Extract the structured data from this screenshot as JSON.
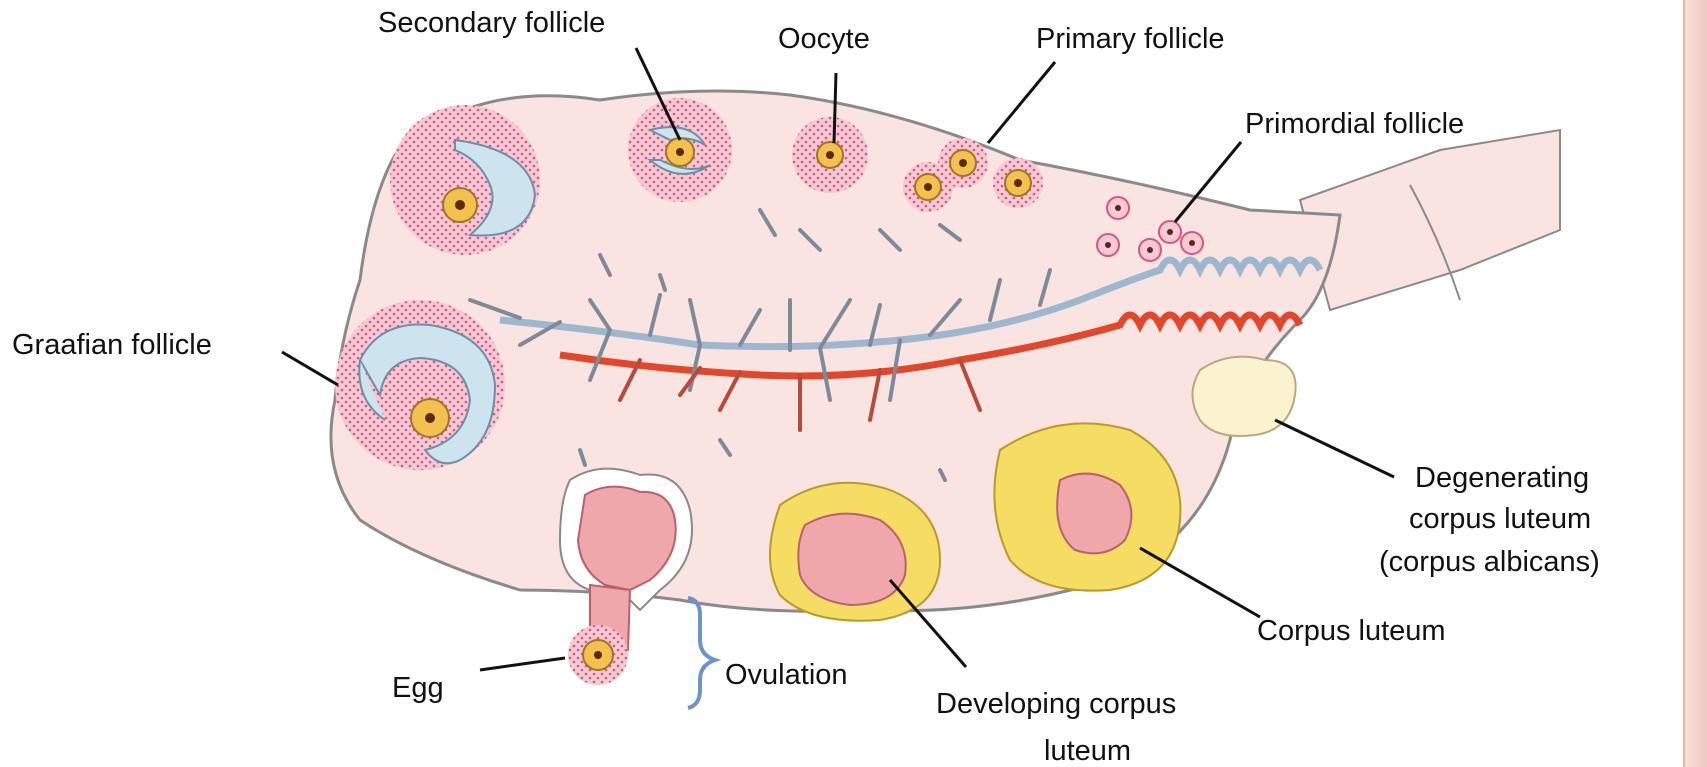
{
  "labels": {
    "secondary_follicle": "Secondary follicle",
    "oocyte": "Oocyte",
    "primary_follicle": "Primary follicle",
    "primordial_follicle": "Primordial follicle",
    "graafian_follicle": "Graafian follicle",
    "degenerating_line1": "Degenerating",
    "degenerating_line2": "corpus luteum",
    "degenerating_line3": "(corpus albicans)",
    "corpus_luteum": "Corpus luteum",
    "egg": "Egg",
    "ovulation": "Ovulation",
    "developing_line1": "Developing corpus",
    "developing_line2": "luteum"
  },
  "colors": {
    "ovary_fill": "#f9e4e2",
    "ovary_stroke": "#8a8a8a",
    "follicle_ring": "#f2b6c6",
    "follicle_dots": "#d9557e",
    "antrum": "#cde3ee",
    "oocyte": "#f2c14e",
    "nucleus": "#5a2a12",
    "vein": "#9db7cf",
    "artery": "#e2462b",
    "corpus_luteum": "#f5dd63",
    "corpus_core": "#f0a7ab",
    "albicans": "#fbf3cf",
    "bracket": "#6e93c8"
  }
}
